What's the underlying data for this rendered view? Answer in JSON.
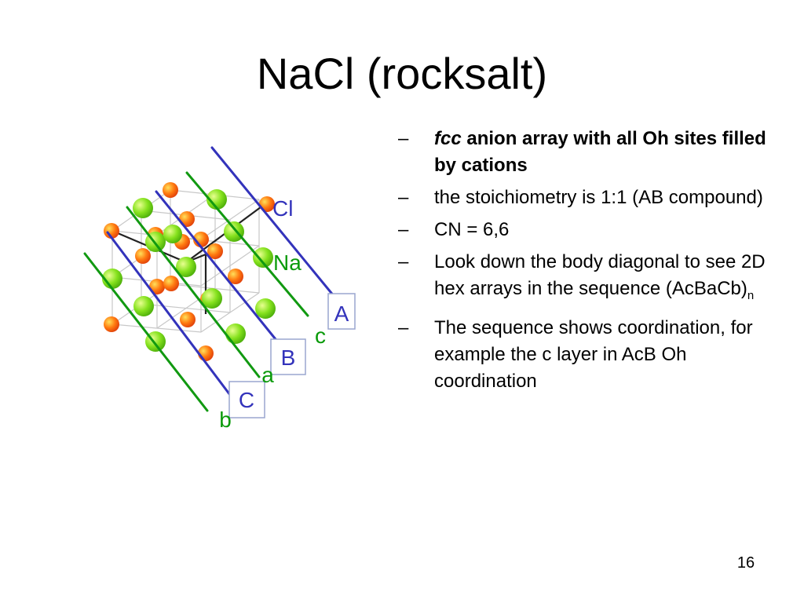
{
  "slide": {
    "title": "NaCl (rocksalt)",
    "page_number": "16"
  },
  "figure": {
    "anion_label": "Cl",
    "cation_label": "Na",
    "layer_anion_labels": [
      "A",
      "B",
      "C"
    ],
    "layer_cation_labels": [
      "c",
      "a",
      "b"
    ],
    "colors": {
      "anion": "#7fdc1e",
      "cation": "#ff6a0d",
      "label_green": "#0a9a0a",
      "layer_blue": "#3333bb",
      "layer_green": "#119911",
      "box_border": "#9aa6cf"
    }
  },
  "bullets": {
    "b1_italic": "fcc",
    "b1_rest": " anion array with all Oh sites filled by cations",
    "b2": "the stoichiometry is 1:1 (AB compound)",
    "b3": "CN = 6,6",
    "b4_main": "Look down the body diagonal to see 2D hex arrays in the sequence (AcBaCb)",
    "b4_sub": "n",
    "b5": "The sequence shows coordination, for example the c layer in AcB Oh coordination",
    "dash": "–"
  }
}
